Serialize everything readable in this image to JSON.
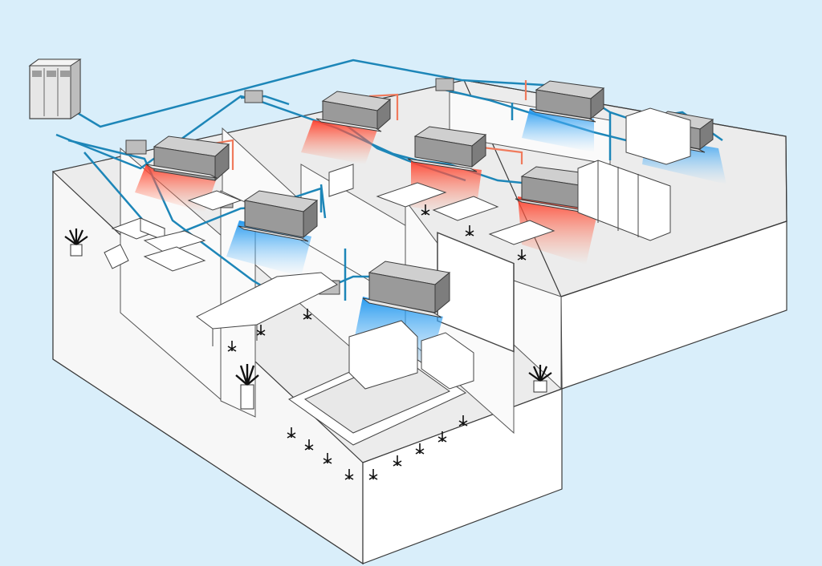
{
  "colors": {
    "background": "#d9eefa",
    "pipe": "#1d86b8",
    "unit_top": "#c9c9c9",
    "unit_side": "#8a8a8a",
    "unit_front": "#a9a9a9",
    "heat_air": "#ff5a3c",
    "cool_air": "#2ea6ee",
    "heat_pipe": "#f07a5c",
    "wall": "#ffffff",
    "floor": "#eeeeee",
    "outline": "#3a3a3a"
  },
  "icons": {
    "outdoor_unit": "condenser-icon",
    "indoor_unit": "ceiling-cassette-icon",
    "branch_box": "refrigerant-branch-box-icon",
    "plant": "potted-plant-icon",
    "chair": "office-chair-icon"
  },
  "indoor_units": [
    {
      "id": 1,
      "mode": "heat"
    },
    {
      "id": 2,
      "mode": "heat"
    },
    {
      "id": 3,
      "mode": "heat"
    },
    {
      "id": 4,
      "mode": "heat"
    },
    {
      "id": 5,
      "mode": "cool"
    },
    {
      "id": 6,
      "mode": "cool"
    },
    {
      "id": 7,
      "mode": "cool"
    },
    {
      "id": 8,
      "mode": "cool"
    }
  ]
}
